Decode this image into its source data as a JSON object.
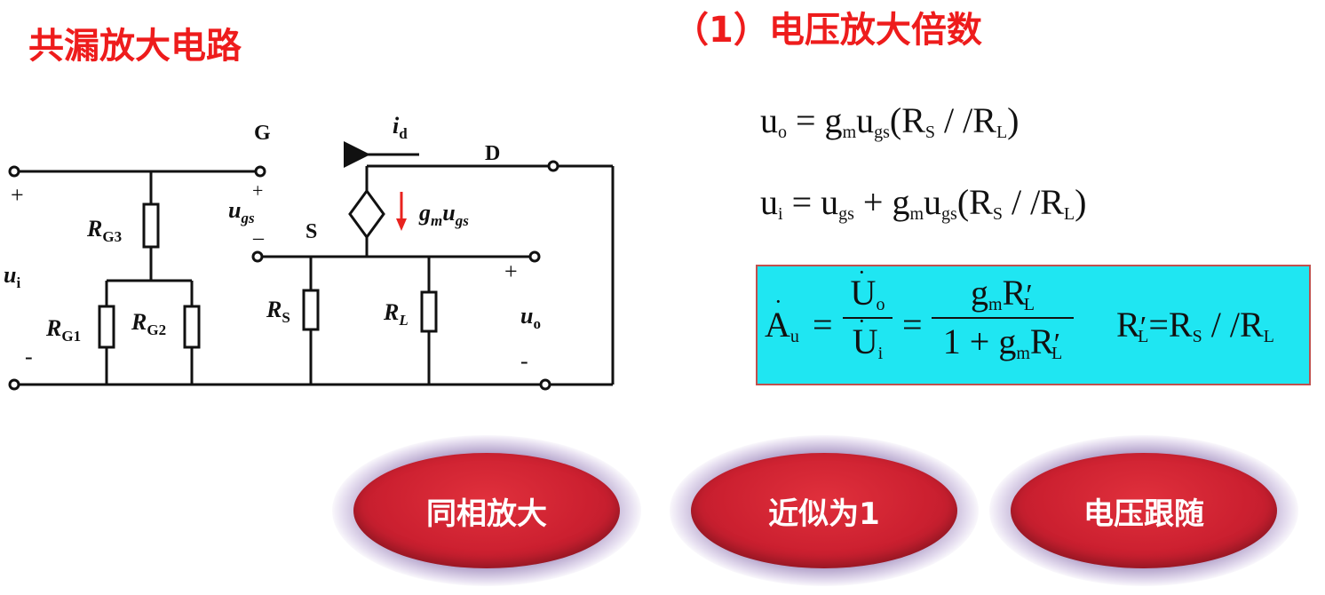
{
  "titles": {
    "left": "共漏放大电路",
    "right": "（1）电压放大倍数"
  },
  "circuit": {
    "nodes": {
      "G": "G",
      "D": "D",
      "S": "S"
    },
    "resistors": {
      "rg3": {
        "main": "R",
        "sub": "G3"
      },
      "rg1": {
        "main": "R",
        "sub": "G1"
      },
      "rg2": {
        "main": "R",
        "sub": "G2"
      },
      "rs": {
        "main": "R",
        "sub": "S"
      },
      "rl": {
        "main": "R",
        "sub": "L"
      }
    },
    "current": {
      "main": "i",
      "sub": "d"
    },
    "source": {
      "g": "g",
      "gsub": "m",
      "u": "u",
      "usub": "gs"
    },
    "ugs": {
      "main": "u",
      "sub": "gs"
    },
    "input": {
      "main": "u",
      "sub": "i"
    },
    "output": {
      "main": "u",
      "sub": "o"
    },
    "plus": "+",
    "minus": "-",
    "minus_wide": "–"
  },
  "equations": {
    "eq1": {
      "u": "u",
      "usub": "o",
      "eq": " = g",
      "gsub": "m",
      "u2": "u",
      "u2sub": "gs",
      "paren_open": "(R",
      "rs_sub": "S",
      "par": " / /R",
      "rl_sub": "L",
      "paren_close": ")"
    },
    "eq2": {
      "u": "u",
      "usub": "i",
      "eq": " = u",
      "gssub": "gs",
      "plus": " + g",
      "gsub": "m",
      "u2": "u",
      "u2sub": "gs",
      "paren_open": "(R",
      "rs_sub": "S",
      "par": " / /R",
      "rl_sub": "L",
      "paren_close": ")"
    },
    "gain": {
      "a": "A",
      "asub": "u",
      "eq": "=",
      "num1": "U",
      "num1sub": "o",
      "den1": "U",
      "den1sub": "i",
      "eq2": "=",
      "num2": "g",
      "num2sub": "m",
      "num2r": "R",
      "num2rsub": "L",
      "prime": "′",
      "den2": "1 + g",
      "den2sub": "m",
      "den2r": "R",
      "den2rsub": "L",
      "rlp": "R",
      "rlpsub": "L",
      "rlp_eq": "=R",
      "rlp_s": "S",
      "rlp_par": " / /R",
      "rlp_l": "L"
    }
  },
  "badges": [
    {
      "label": "同相放大",
      "color": "#cc2030"
    },
    {
      "label": "近似为1",
      "color": "#cc2030"
    },
    {
      "label": "电压跟随",
      "color": "#cc2030"
    }
  ]
}
